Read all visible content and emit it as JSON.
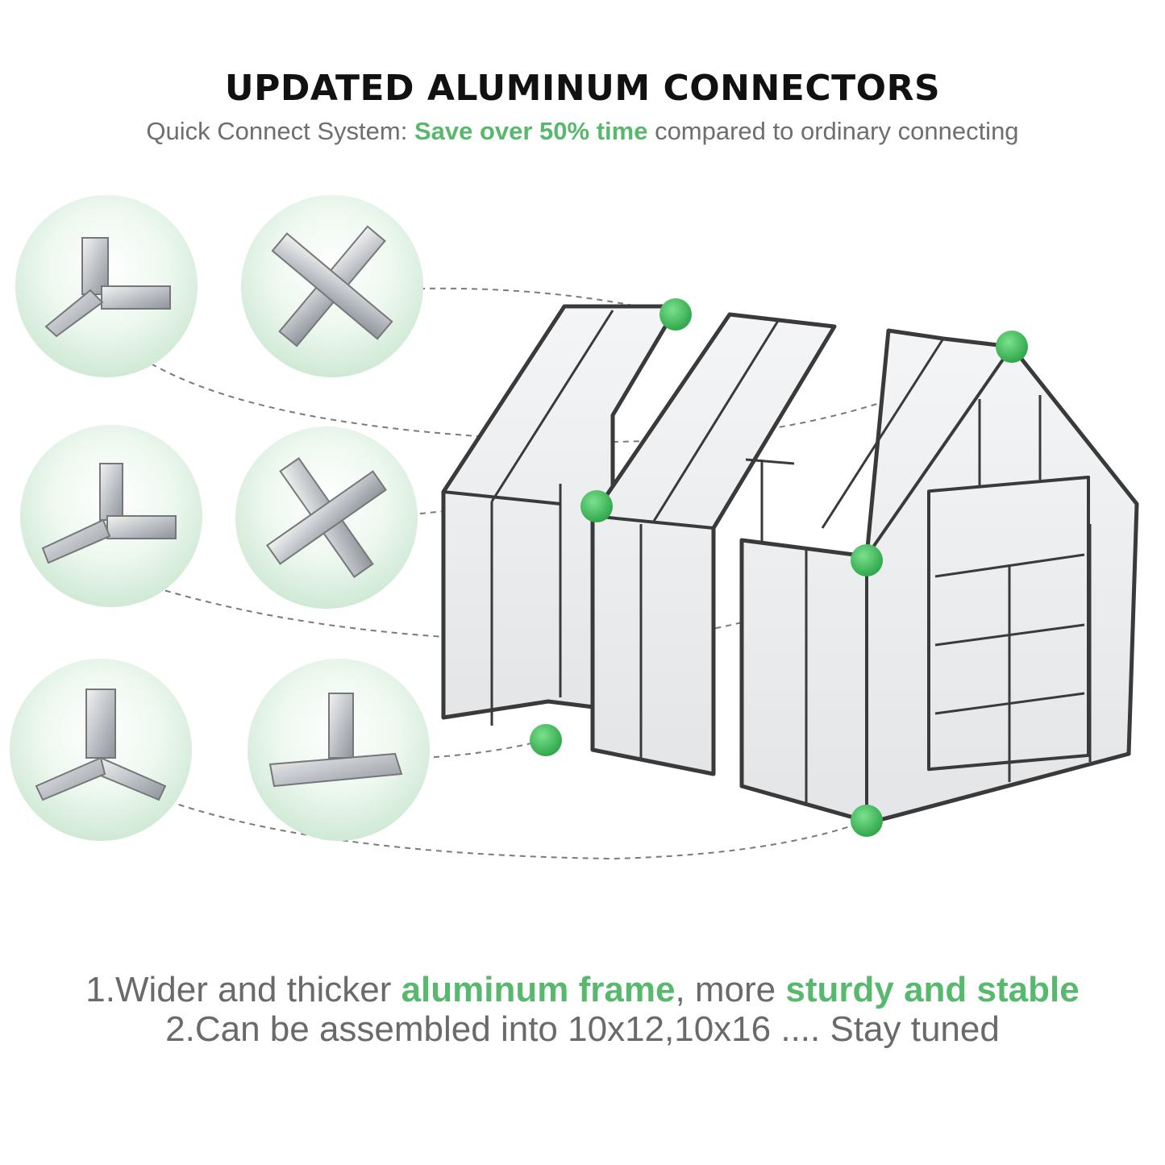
{
  "heading": {
    "title": "UPDATED ALUMINUM CONNECTORS",
    "subtitle_prefix": "Quick Connect System: ",
    "subtitle_highlight": "Save over 50% time",
    "subtitle_suffix": " compared to ordinary connecting"
  },
  "features": [
    {
      "prefix": "1.Wider and thicker ",
      "highlight1": "aluminum frame",
      "middle": ", more ",
      "highlight2": "sturdy and stable"
    },
    {
      "text": "2.Can be assembled into 10x12,10x16 .... Stay tuned"
    }
  ],
  "colors": {
    "accent_green": "#58b96e",
    "marker_green": "#3fc060",
    "circle_green": "#d9efdd",
    "frame": "#3a3a3a",
    "text_gray": "#6a6a6a"
  },
  "connectors": [
    {
      "icon": "three-way-connector-icon"
    },
    {
      "icon": "four-way-connector-icon"
    },
    {
      "icon": "three-way-connector-icon"
    },
    {
      "icon": "four-way-connector-icon"
    },
    {
      "icon": "three-way-corner-connector-icon"
    },
    {
      "icon": "t-connector-icon"
    }
  ]
}
